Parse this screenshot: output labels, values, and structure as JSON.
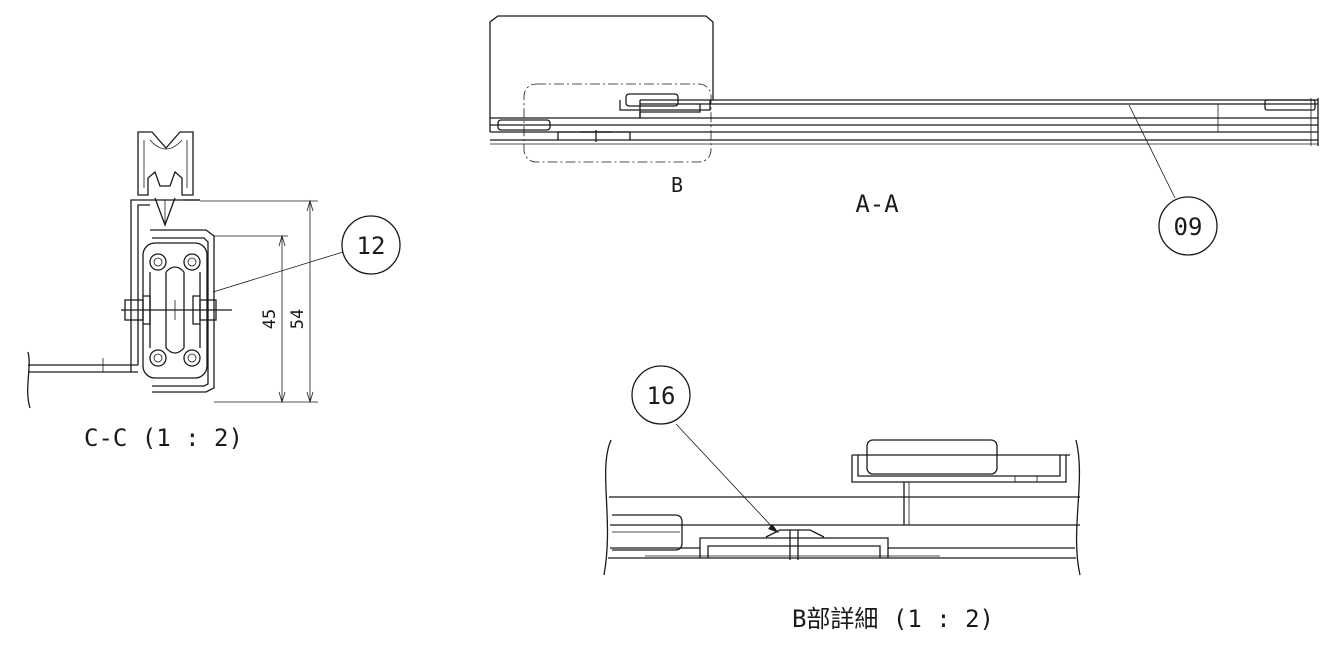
{
  "views": {
    "section_cc": {
      "caption": "C-C (1 : 2)",
      "dim_inner": "45",
      "dim_outer": "54",
      "balloon": "12"
    },
    "section_aa": {
      "caption": "A-A",
      "detail_marker": "B",
      "balloon": "09"
    },
    "detail_b": {
      "caption": "B部詳細 (1 : 2)",
      "balloon": "16"
    }
  }
}
